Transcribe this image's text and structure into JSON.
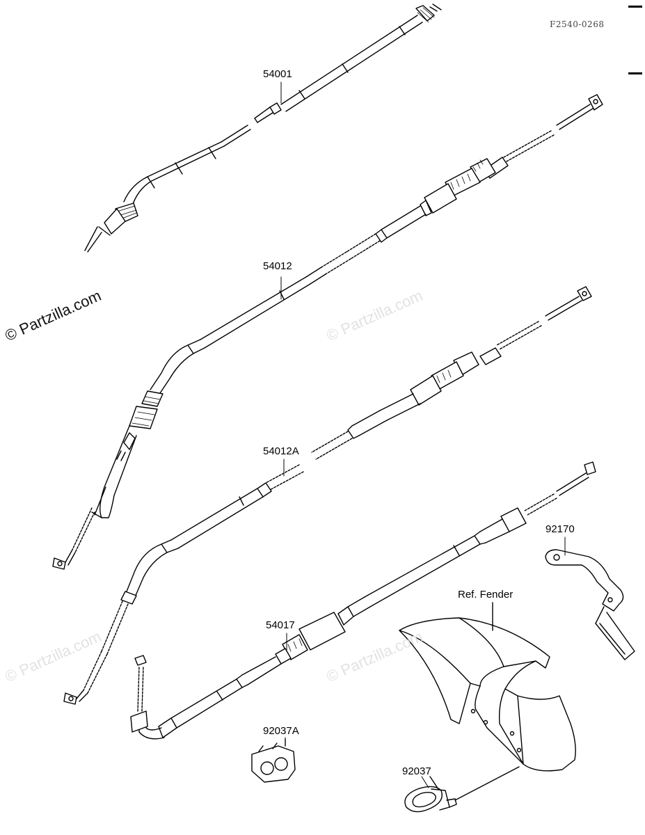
{
  "drawing_code": "F2540-0268",
  "labels": {
    "p54001": "54001",
    "p54012": "54012",
    "p54012A": "54012A",
    "p92170": "92170",
    "ref_fender": "Ref. Fender",
    "p54017": "54017",
    "p92037A": "92037A",
    "p92037": "92037"
  },
  "watermarks": {
    "primary": "© Partzilla.com",
    "faint": "© Partzilla.com"
  },
  "colors": {
    "ink": "#000000",
    "paper": "#ffffff",
    "watermark": "#e2e2e2"
  }
}
